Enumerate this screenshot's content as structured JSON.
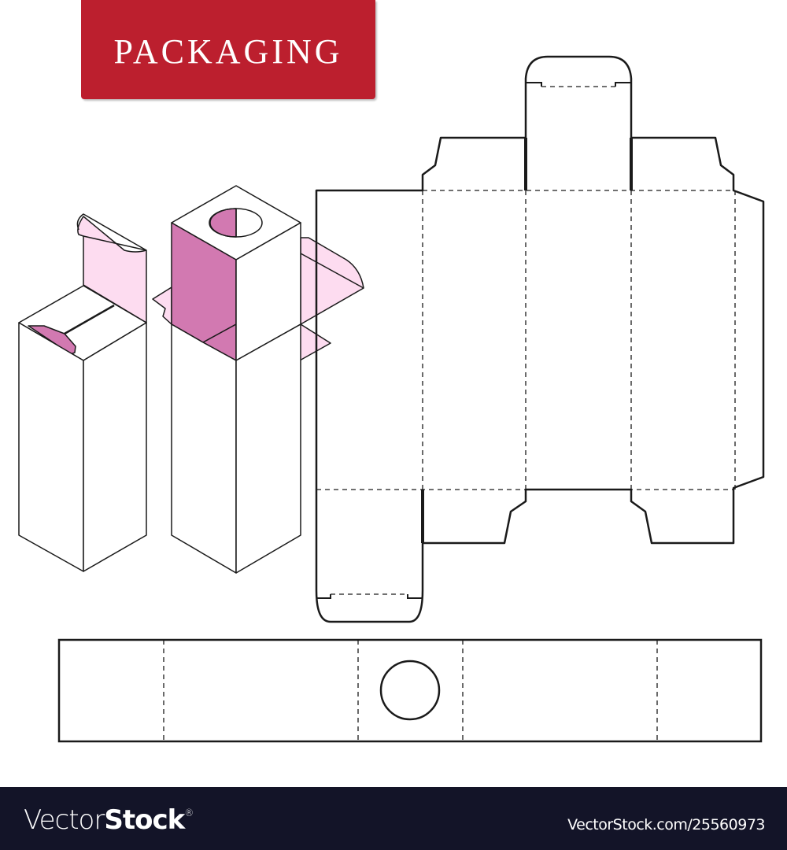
{
  "header": {
    "title": "PACKAGING",
    "badge_color": "#bc1f2e"
  },
  "illustration": {
    "subject": "box packaging dieline template",
    "colors": {
      "light_pink": "#fddcf0",
      "dark_pink": "#d279b1",
      "outline": "#1a1a1a"
    },
    "parts": [
      "closed-box-3d",
      "open-box-with-window-3d",
      "box-dieline-flat",
      "sleeve-insert-with-circle-hole"
    ]
  },
  "footer": {
    "brand_light": "Vector",
    "brand_bold": "Stock",
    "brand_mark": "®",
    "stock_id": "VectorStock.com/25560973"
  }
}
